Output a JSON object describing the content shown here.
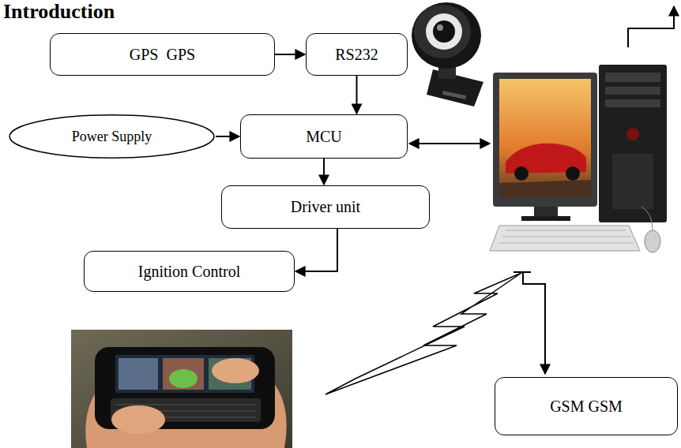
{
  "diagram": {
    "title": "Introduction",
    "nodes": [
      {
        "text": [
          "GPS  GPS"
        ]
      },
      {
        "text": [
          "RS232"
        ]
      },
      {
        "text": [
          "Power Supply"
        ]
      },
      {
        "text": [
          "MCU"
        ]
      },
      {
        "text": [
          "Driver unit"
        ]
      },
      {
        "text": [
          "Ignition Control"
        ]
      },
      {
        "text": [
          "GSM GSM"
        ]
      }
    ],
    "edges": [
      {
        "from": 0,
        "to": 1,
        "arrow": "to"
      },
      {
        "from": 1,
        "to": 3,
        "arrow": "to"
      },
      {
        "from": 2,
        "to": 3,
        "arrow": "to"
      },
      {
        "from": 3,
        "to": 4,
        "arrow": "to"
      },
      {
        "from": 4,
        "to": 5,
        "arrow": "to"
      }
    ]
  }
}
